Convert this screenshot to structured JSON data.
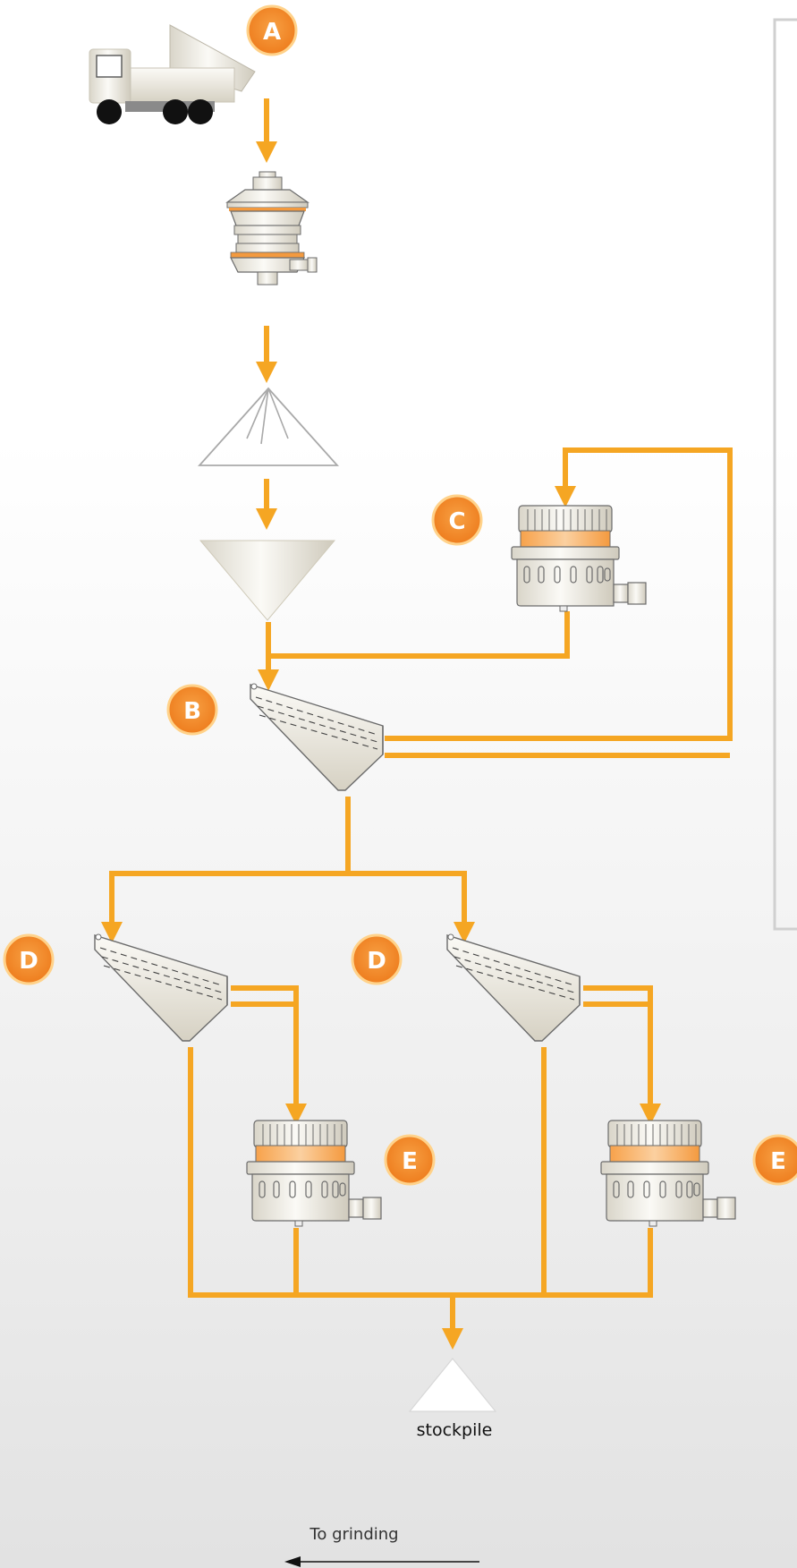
{
  "colors": {
    "flow": "#f5a623",
    "badge": "#f28c28",
    "badge_ring": "#ffd28a",
    "machine_fill": "#f0ede3",
    "machine_stroke": "#6b6b6b",
    "accent": "#f6a04d",
    "panel_border": "#d0d0d0"
  },
  "badges": {
    "a": "A",
    "b": "B",
    "c": "C",
    "d1": "D",
    "d2": "D",
    "e1": "E",
    "e2": "E"
  },
  "stockpile_label": "stockpile",
  "grinding_label": "To grinding"
}
